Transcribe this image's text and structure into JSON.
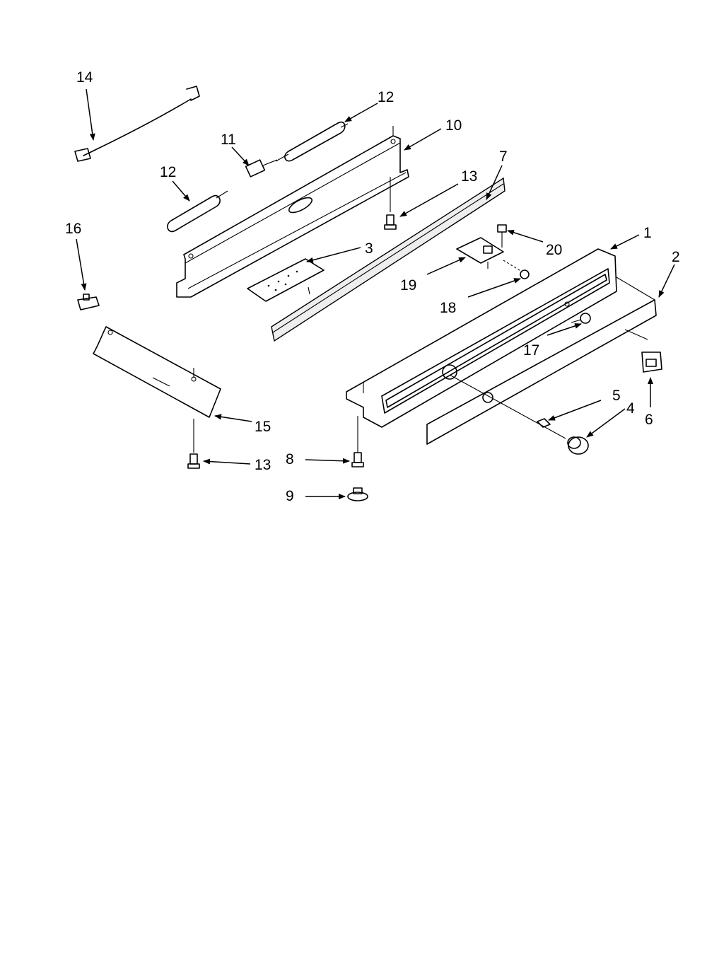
{
  "diagram": {
    "callouts": [
      {
        "id": "c14",
        "text": "14"
      },
      {
        "id": "c12a",
        "text": "12"
      },
      {
        "id": "c11",
        "text": "11"
      },
      {
        "id": "c10",
        "text": "10"
      },
      {
        "id": "c12b",
        "text": "12"
      },
      {
        "id": "c13a",
        "text": "13"
      },
      {
        "id": "c7",
        "text": "7"
      },
      {
        "id": "c16",
        "text": "16"
      },
      {
        "id": "c3",
        "text": "3"
      },
      {
        "id": "c1",
        "text": "1"
      },
      {
        "id": "c2",
        "text": "2"
      },
      {
        "id": "c20",
        "text": "20"
      },
      {
        "id": "c19",
        "text": "19"
      },
      {
        "id": "c18",
        "text": "18"
      },
      {
        "id": "c17",
        "text": "17"
      },
      {
        "id": "c15",
        "text": "15"
      },
      {
        "id": "c5",
        "text": "5"
      },
      {
        "id": "c4",
        "text": "4"
      },
      {
        "id": "c6",
        "text": "6"
      },
      {
        "id": "c8",
        "text": "8"
      },
      {
        "id": "c13b",
        "text": "13"
      },
      {
        "id": "c9",
        "text": "9"
      }
    ]
  }
}
